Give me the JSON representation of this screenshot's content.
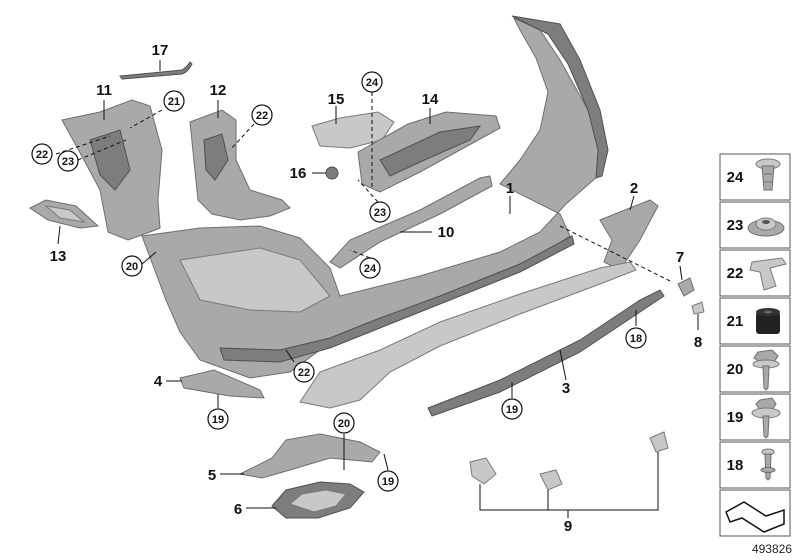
{
  "labels": {
    "p1": "1",
    "p2": "2",
    "p3": "3",
    "p4": "4",
    "p5": "5",
    "p6": "6",
    "p7": "7",
    "p8": "8",
    "p9": "9",
    "p10": "10",
    "p11": "11",
    "p12": "12",
    "p13": "13",
    "p14": "14",
    "p15": "15",
    "p16": "16",
    "p17": "17"
  },
  "circled": {
    "c21": "21",
    "c22a": "22",
    "c23a": "23",
    "c22b": "22",
    "c24a": "24",
    "c23b": "23",
    "c24b": "24",
    "c20a": "20",
    "c22c": "22",
    "c18": "18",
    "c19a": "19",
    "c19b": "19",
    "c20b": "20",
    "c19c": "19"
  },
  "panel": {
    "items": [
      {
        "num": "24"
      },
      {
        "num": "23"
      },
      {
        "num": "22"
      },
      {
        "num": "21"
      },
      {
        "num": "20"
      },
      {
        "num": "19"
      },
      {
        "num": "18"
      }
    ]
  },
  "diagram_id": "493826",
  "colors": {
    "part": "#a9a9ab",
    "part_dark": "#7d7d80",
    "outline": "#6e6e70",
    "line": "#111111"
  }
}
